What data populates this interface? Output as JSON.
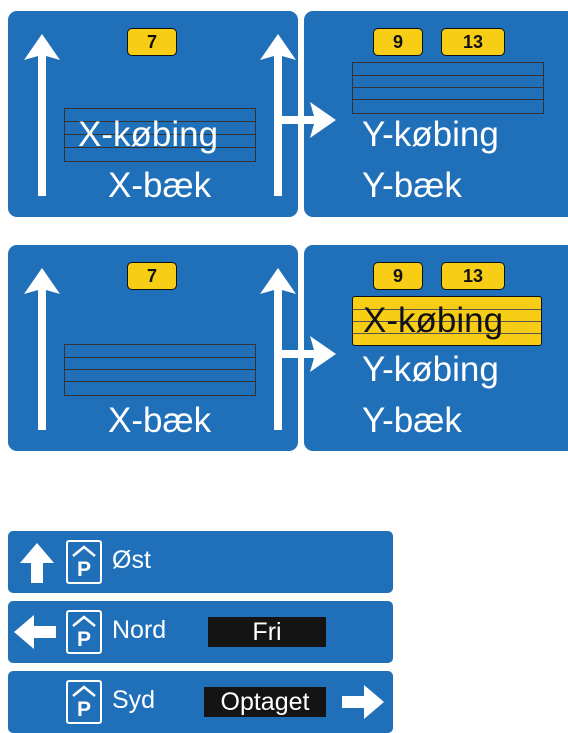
{
  "sign1": {
    "left_route": "7",
    "left_destinations": [
      "X-købing",
      "X-bæk"
    ],
    "right_routes": [
      "9",
      "13"
    ],
    "right_destinations": [
      "Y-købing",
      "Y-bæk"
    ]
  },
  "sign2": {
    "left_route": "7",
    "left_destinations": [
      "X-bæk"
    ],
    "right_routes": [
      "9",
      "13"
    ],
    "right_highlight": "X-købing",
    "right_destinations": [
      "Y-købing",
      "Y-bæk"
    ]
  },
  "parking": {
    "p_symbol": "P",
    "rows": [
      {
        "direction": "up",
        "name": "Øst",
        "status": ""
      },
      {
        "direction": "left",
        "name": "Nord",
        "status": "Fri"
      },
      {
        "direction": "right",
        "name": "Syd",
        "status": "Optaget"
      }
    ]
  },
  "colors": {
    "sign_blue": "#1f70b8",
    "route_yellow": "#f7cd16",
    "status_black": "#141414"
  },
  "icons": [
    "arrow-up-icon",
    "arrow-left-icon",
    "arrow-right-icon",
    "parking-icon"
  ]
}
